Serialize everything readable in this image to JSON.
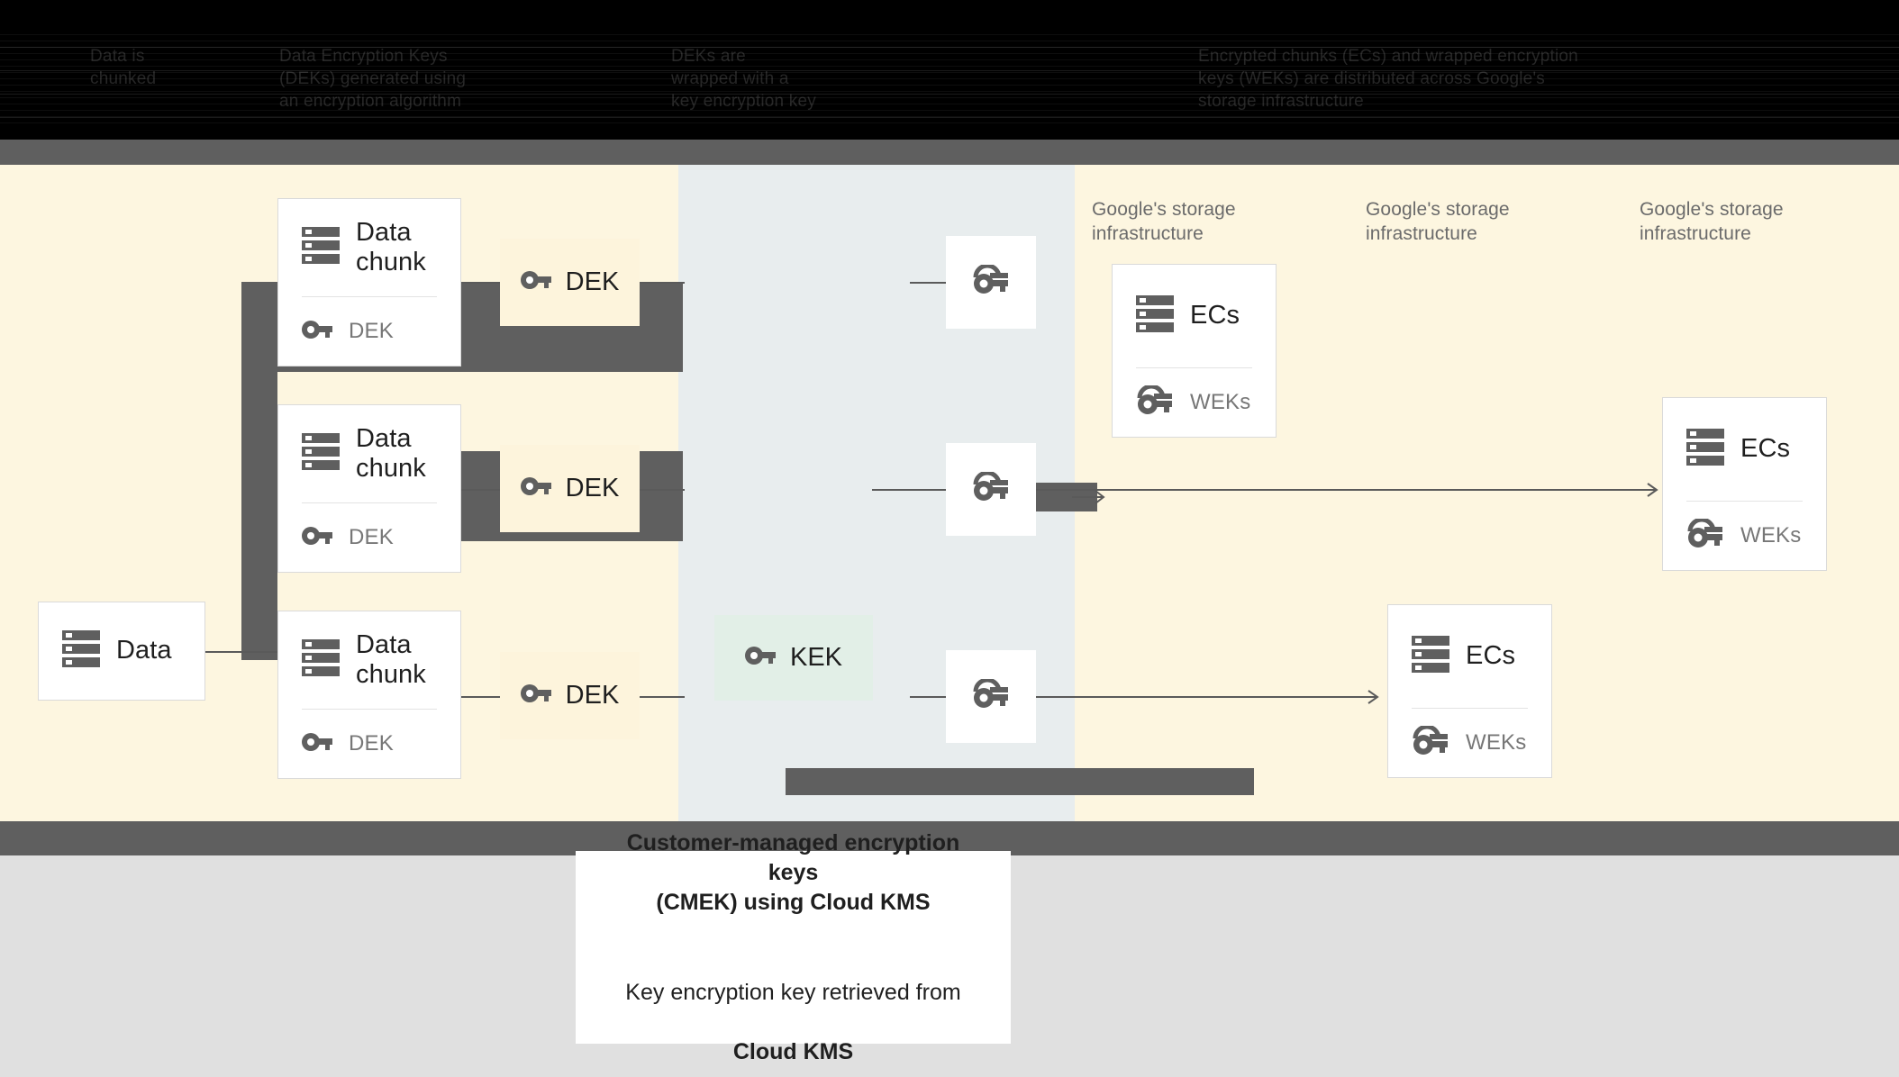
{
  "header": {
    "columns": [
      {
        "text": "Data is\nchunked"
      },
      {
        "text": "Data Encryption Keys\n(DEKs) generated using\nan encryption algorithm"
      },
      {
        "text": "DEKs are\nwrapped with a\nkey encryption key"
      },
      {
        "text": "Encrypted chunks (ECs) and wrapped encryption\nkeys (WEKs) are distributed across Google's\nstorage infrastructure"
      }
    ]
  },
  "columns": {
    "storage_label": "Google's storage\ninfrastructure",
    "headings": [
      "Google's storage\ninfrastructure",
      "Google's storage\ninfrastructure",
      "Google's storage\ninfrastructure"
    ]
  },
  "nodes": {
    "data": {
      "title": "Data",
      "icon": "server-icon"
    },
    "chunks": [
      {
        "title": "Data\nchunk",
        "key_label": "DEK"
      },
      {
        "title": "Data\nchunk",
        "key_label": "DEK"
      },
      {
        "title": "Data\nchunk",
        "key_label": "DEK"
      }
    ],
    "deks": [
      {
        "label": "DEK"
      },
      {
        "label": "DEK"
      },
      {
        "label": "DEK"
      }
    ],
    "kek": {
      "label": "KEK"
    },
    "weks": [
      {
        "icon": "wrapped-key-icon"
      },
      {
        "icon": "wrapped-key-icon"
      },
      {
        "icon": "wrapped-key-icon"
      }
    ],
    "ecs": [
      {
        "title": "ECs",
        "key_label": "WEKs"
      },
      {
        "title": "ECs",
        "key_label": "WEKs"
      },
      {
        "title": "ECs",
        "key_label": "WEKs"
      }
    ]
  },
  "caption": {
    "bold_line": "Customer-managed encryption keys\n(CMEK) using Cloud KMS",
    "normal_line": "Key encryption key retrieved from",
    "normal_bold": "Cloud KMS"
  },
  "colors": {
    "cream": "#fdf6e0",
    "blue_gray": "#e8edee",
    "dark_slab": "#5f5f5f",
    "chip_cream": "#fdf4dc",
    "chip_mint": "#e2efe7",
    "icon_gray": "#5f5f5f",
    "footer_gray": "#e0e0e0"
  }
}
